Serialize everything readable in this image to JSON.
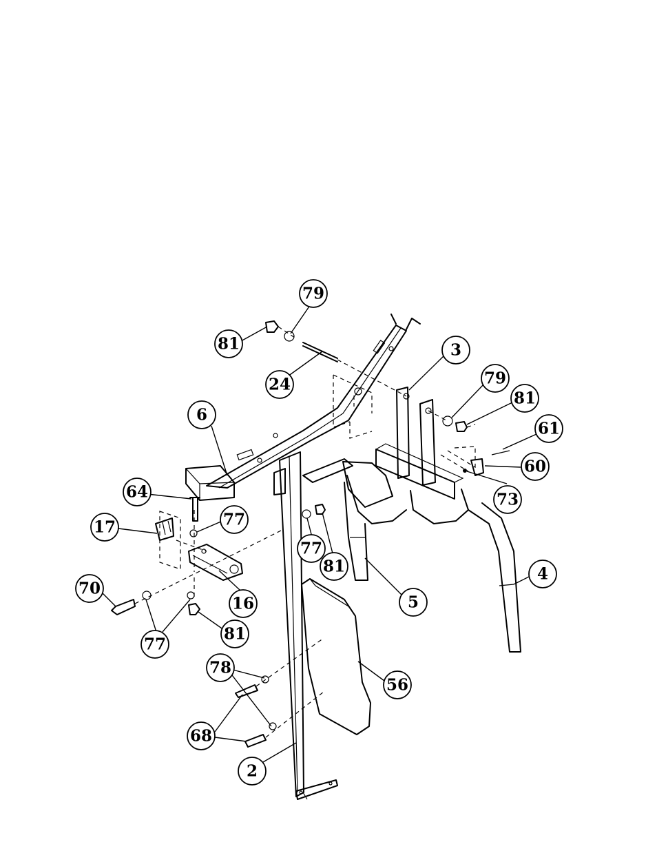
{
  "callouts": [
    {
      "id": "c79a",
      "label": "79"
    },
    {
      "id": "c81a",
      "label": "81"
    },
    {
      "id": "c24",
      "label": "24"
    },
    {
      "id": "c3",
      "label": "3"
    },
    {
      "id": "c79b",
      "label": "79"
    },
    {
      "id": "c81b",
      "label": "81"
    },
    {
      "id": "c6",
      "label": "6"
    },
    {
      "id": "c61",
      "label": "61"
    },
    {
      "id": "c60",
      "label": "60"
    },
    {
      "id": "c73",
      "label": "73"
    },
    {
      "id": "c64",
      "label": "64"
    },
    {
      "id": "c77a",
      "label": "77"
    },
    {
      "id": "c17",
      "label": "17"
    },
    {
      "id": "c77b",
      "label": "77"
    },
    {
      "id": "c81c",
      "label": "81"
    },
    {
      "id": "c4",
      "label": "4"
    },
    {
      "id": "c5",
      "label": "5"
    },
    {
      "id": "c70",
      "label": "70"
    },
    {
      "id": "c16",
      "label": "16"
    },
    {
      "id": "c77c",
      "label": "77"
    },
    {
      "id": "c81d",
      "label": "81"
    },
    {
      "id": "c78",
      "label": "78"
    },
    {
      "id": "c56",
      "label": "56"
    },
    {
      "id": "c68",
      "label": "68"
    },
    {
      "id": "c2",
      "label": "2"
    }
  ]
}
